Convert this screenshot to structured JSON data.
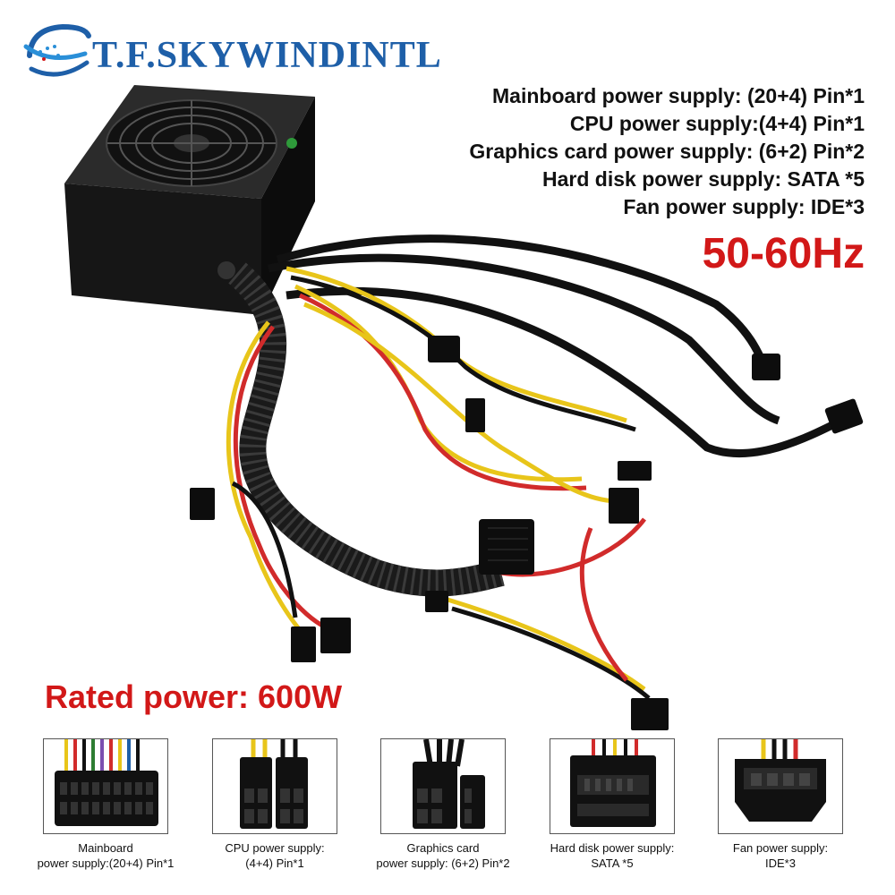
{
  "brand": {
    "name": "T.F.SKYWINDINTL",
    "logo": "swoosh-globe-logo",
    "color": "#1e5fa8"
  },
  "specs": [
    "Mainboard power supply: (20+4) Pin*1",
    "CPU power supply:(4+4) Pin*1",
    "Graphics card power supply: (6+2) Pin*2",
    "Hard disk power supply: SATA *5",
    "Fan power supply: IDE*3"
  ],
  "frequency": "50-60Hz",
  "rated_power": "Rated power: 600W",
  "accent_color": "#d21818",
  "connector_labels": {
    "c0": {
      "line1": "Mainboard",
      "line2": "power supply:(20+4) Pin*1"
    },
    "c1": {
      "line1": "CPU power supply:",
      "line2": "(4+4) Pin*1"
    },
    "c2": {
      "line1": "Graphics card",
      "line2": "power supply: (6+2) Pin*2"
    },
    "c3": {
      "line1": "Hard disk power supply:",
      "line2": "SATA *5"
    },
    "c4": {
      "line1": "Fan power supply:",
      "line2": "IDE*3"
    }
  },
  "product_image": "atx-power-supply-with-cables"
}
